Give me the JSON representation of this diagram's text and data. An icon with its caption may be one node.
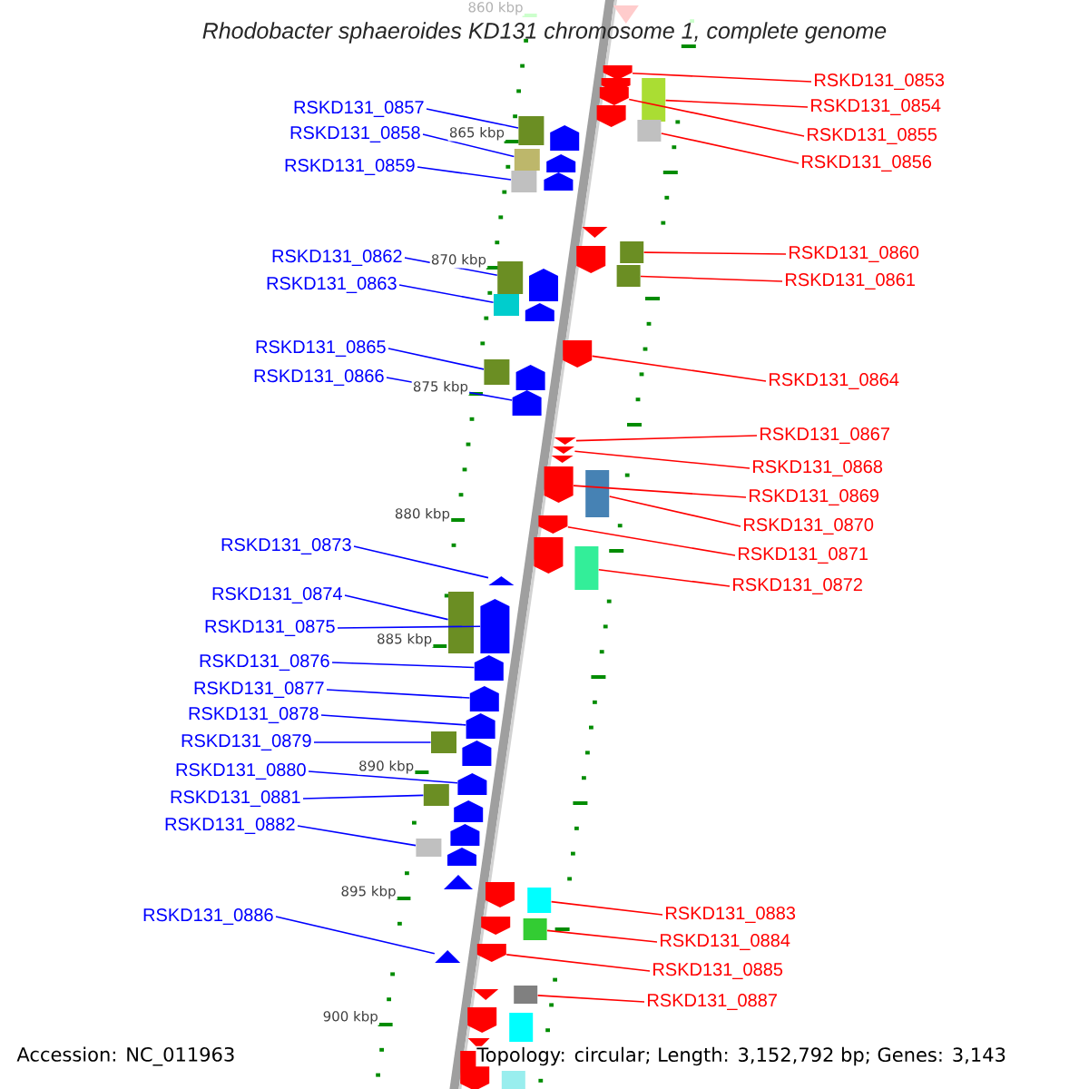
{
  "diagram": {
    "title": "Rhodobacter sphaeroides KD131 chromosome 1, complete genome",
    "nodes": [
      {
        "text": [
          "RSKD131_0853"
        ]
      },
      {
        "text": [
          "RSKD131_0854"
        ]
      },
      {
        "text": [
          "RSKD131_0855"
        ]
      },
      {
        "text": [
          "RSKD131_0856"
        ]
      },
      {
        "text": [
          "RSKD131_0857"
        ]
      },
      {
        "text": [
          "RSKD131_0858"
        ]
      },
      {
        "text": [
          "RSKD131_0859"
        ]
      },
      {
        "text": [
          "RSKD131_0860"
        ]
      },
      {
        "text": [
          "RSKD131_0861"
        ]
      },
      {
        "text": [
          "RSKD131_0862"
        ]
      },
      {
        "text": [
          "RSKD131_0863"
        ]
      },
      {
        "text": [
          "RSKD131_0864"
        ]
      },
      {
        "text": [
          "RSKD131_0865"
        ]
      },
      {
        "text": [
          "RSKD131_0866"
        ]
      },
      {
        "text": [
          "RSKD131_0867"
        ]
      },
      {
        "text": [
          "RSKD131_0868"
        ]
      },
      {
        "text": [
          "RSKD131_0869"
        ]
      },
      {
        "text": [
          "RSKD131_0870"
        ]
      },
      {
        "text": [
          "RSKD131_0871"
        ]
      },
      {
        "text": [
          "RSKD131_0872"
        ]
      },
      {
        "text": [
          "RSKD131_0873"
        ]
      },
      {
        "text": [
          "RSKD131_0874"
        ]
      },
      {
        "text": [
          "RSKD131_0875"
        ]
      },
      {
        "text": [
          "RSKD131_0876"
        ]
      },
      {
        "text": [
          "RSKD131_0877"
        ]
      },
      {
        "text": [
          "RSKD131_0878"
        ]
      },
      {
        "text": [
          "RSKD131_0879"
        ]
      },
      {
        "text": [
          "RSKD131_0880"
        ]
      },
      {
        "text": [
          "RSKD131_0881"
        ]
      },
      {
        "text": [
          "RSKD131_0882"
        ]
      },
      {
        "text": [
          "RSKD131_0883"
        ]
      },
      {
        "text": [
          "RSKD131_0884"
        ]
      },
      {
        "text": [
          "RSKD131_0885"
        ]
      },
      {
        "text": [
          "RSKD131_0886"
        ]
      },
      {
        "text": [
          "RSKD131_0887"
        ]
      },
      {
        "text": [],
        "shape": "pentagon"
      },
      {
        "text": [],
        "shape": "box"
      },
      {
        "text": [],
        "shape": "pentagon"
      },
      {
        "text": [],
        "shape": "box"
      },
      {
        "text": [],
        "shape": "box"
      },
      {
        "text": [],
        "shape": "box"
      },
      {
        "text": [],
        "shape": "box"
      },
      {
        "text": [],
        "shape": "box"
      },
      {
        "text": [],
        "shape": "box"
      },
      {
        "text": [],
        "shape": "box"
      },
      {
        "text": [],
        "shape": "box"
      },
      {
        "text": [],
        "shape": "pentagon"
      },
      {
        "text": [],
        "shape": "box"
      },
      {
        "text": [],
        "shape": "pentagon"
      },
      {
        "text": [],
        "shape": "triangle"
      },
      {
        "text": [],
        "shape": "triangle"
      },
      {
        "text": [],
        "shape": "triangle"
      },
      {
        "text": [],
        "shape": "box"
      },
      {
        "text": [],
        "shape": "pentagon"
      },
      {
        "text": [],
        "shape": "box"
      },
      {
        "text": [],
        "shape": "triangle"
      },
      {
        "text": [],
        "shape": "box"
      },
      {
        "text": [],
        "shape": "pentagon"
      },
      {
        "text": [],
        "shape": "pentagon"
      },
      {
        "text": [],
        "shape": "pentagon"
      },
      {
        "text": [],
        "shape": "pentagon"
      },
      {
        "text": [],
        "shape": "box"
      },
      {
        "text": [],
        "shape": "pentagon"
      },
      {
        "text": [],
        "shape": "box"
      },
      {
        "text": [],
        "shape": "box"
      },
      {
        "text": [],
        "shape": "box"
      },
      {
        "text": [],
        "shape": "box"
      },
      {
        "text": [],
        "shape": "pentagon"
      },
      {
        "text": [],
        "shape": "triangle"
      },
      {
        "text": [],
        "shape": "box"
      },
      {
        "text": [],
        "shape": "pentagon"
      },
      {
        "text": [],
        "shape": "pentagon"
      },
      {
        "text": [],
        "shape": "pentagon"
      },
      {
        "text": [],
        "shape": "pentagon"
      },
      {
        "text": [],
        "shape": "pentagon"
      },
      {
        "text": [],
        "shape": "pentagon"
      },
      {
        "text": [],
        "shape": "pentagon"
      },
      {
        "text": [],
        "shape": "pentagon"
      },
      {
        "text": [],
        "shape": "pentagon"
      },
      {
        "text": [],
        "shape": "pentagon"
      },
      {
        "text": [],
        "shape": "triangle"
      },
      {
        "text": [],
        "shape": "pentagon"
      },
      {
        "text": [],
        "shape": "pentagon"
      },
      {
        "text": [],
        "shape": "pentagon"
      },
      {
        "text": [],
        "shape": "pentagon"
      },
      {
        "text": [],
        "shape": "pentagon"
      },
      {
        "text": [],
        "shape": "pentagon"
      },
      {
        "text": [],
        "shape": "pentagon"
      },
      {
        "text": [],
        "shape": "pentagon"
      },
      {
        "text": [],
        "shape": "pentagon"
      },
      {
        "text": [],
        "shape": "triangle"
      },
      {
        "text": [],
        "shape": "triangle"
      },
      {
        "text": [],
        "shape": "triangle"
      },
      {
        "text": [],
        "shape": "triangle"
      },
      {
        "text": [],
        "shape": "box"
      },
      {
        "text": [],
        "shape": "box"
      }
    ],
    "edges": [
      {
        "from": 0,
        "to": 35,
        "arrow": "none",
        "color": "#ff0000"
      },
      {
        "from": 1,
        "to": 36,
        "arrow": "none",
        "color": "#ff0000"
      },
      {
        "from": 2,
        "to": 37,
        "arrow": "none",
        "color": "#ff0000"
      },
      {
        "from": 3,
        "to": 38,
        "arrow": "none",
        "color": "#ff0000"
      },
      {
        "from": 4,
        "to": 39,
        "arrow": "none",
        "color": "#0000ff"
      },
      {
        "from": 5,
        "to": 40,
        "arrow": "none",
        "color": "#0000ff"
      },
      {
        "from": 6,
        "to": 41,
        "arrow": "none",
        "color": "#0000ff"
      },
      {
        "from": 7,
        "to": 42,
        "arrow": "none",
        "color": "#ff0000"
      },
      {
        "from": 8,
        "to": 43,
        "arrow": "none",
        "color": "#ff0000"
      },
      {
        "from": 9,
        "to": 44,
        "arrow": "none",
        "color": "#0000ff"
      },
      {
        "from": 10,
        "to": 45,
        "arrow": "none",
        "color": "#0000ff"
      },
      {
        "from": 11,
        "to": 46,
        "arrow": "none",
        "color": "#ff0000"
      },
      {
        "from": 12,
        "to": 47,
        "arrow": "none",
        "color": "#0000ff"
      },
      {
        "from": 13,
        "to": 48,
        "arrow": "none",
        "color": "#0000ff"
      },
      {
        "from": 14,
        "to": 49,
        "arrow": "none",
        "color": "#ff0000"
      },
      {
        "from": 15,
        "to": 50,
        "arrow": "none",
        "color": "#ff0000"
      },
      {
        "from": 16,
        "to": 84,
        "arrow": "none",
        "color": "#ff0000"
      },
      {
        "from": 17,
        "to": 52,
        "arrow": "none",
        "color": "#ff0000"
      },
      {
        "from": 18,
        "to": 53,
        "arrow": "none",
        "color": "#ff0000"
      },
      {
        "from": 19,
        "to": 54,
        "arrow": "none",
        "color": "#ff0000"
      },
      {
        "from": 20,
        "to": 55,
        "arrow": "none",
        "color": "#0000ff"
      },
      {
        "from": 21,
        "to": 56,
        "arrow": "none",
        "color": "#0000ff"
      },
      {
        "from": 22,
        "to": 57,
        "arrow": "none",
        "color": "#0000ff"
      },
      {
        "from": 23,
        "to": 58,
        "arrow": "none",
        "color": "#0000ff"
      },
      {
        "from": 24,
        "to": 59,
        "arrow": "none",
        "color": "#0000ff"
      },
      {
        "from": 25,
        "to": 60,
        "arrow": "none",
        "color": "#0000ff"
      },
      {
        "from": 26,
        "to": 61,
        "arrow": "none",
        "color": "#0000ff"
      },
      {
        "from": 27,
        "to": 62,
        "arrow": "none",
        "color": "#0000ff"
      },
      {
        "from": 28,
        "to": 63,
        "arrow": "none",
        "color": "#0000ff"
      },
      {
        "from": 29,
        "to": 64,
        "arrow": "none",
        "color": "#0000ff"
      },
      {
        "from": 30,
        "to": 65,
        "arrow": "none",
        "color": "#ff0000"
      },
      {
        "from": 31,
        "to": 66,
        "arrow": "none",
        "color": "#ff0000"
      },
      {
        "from": 32,
        "to": 67,
        "arrow": "none",
        "color": "#ff0000"
      },
      {
        "from": 33,
        "to": 68,
        "arrow": "none",
        "color": "#0000ff"
      },
      {
        "from": 34,
        "to": 69,
        "arrow": "none",
        "color": "#ff0000"
      }
    ],
    "labels": [
      "860 kbp",
      "865 kbp",
      "870 kbp",
      "875 kbp",
      "880 kbp",
      "885 kbp",
      "890 kbp",
      "895 kbp",
      "900 kbp",
      "Accession: NC_011963",
      "Topology: circular; Length: 3,152,792 bp; Genes: 3,143"
    ]
  }
}
